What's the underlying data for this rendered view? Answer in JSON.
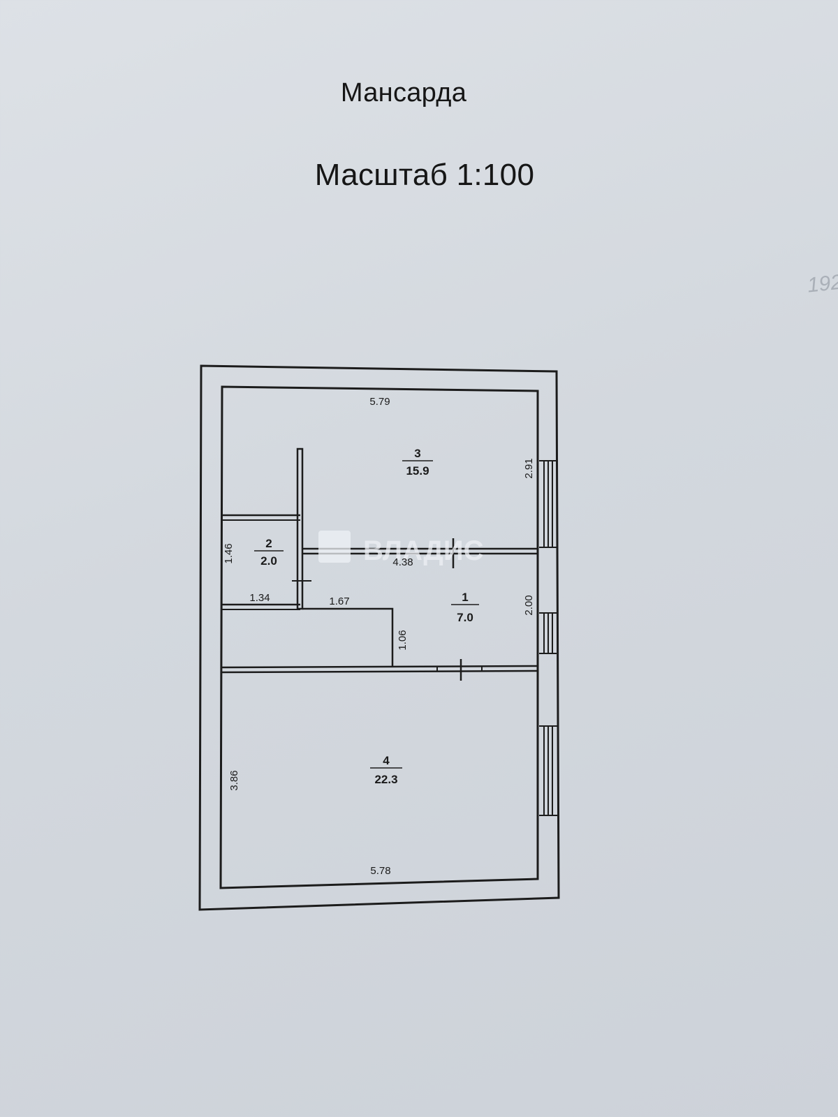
{
  "header": {
    "title": "Мансарда",
    "scale": "Масштаб 1:100"
  },
  "watermark": {
    "text": "ВЛАДИС"
  },
  "edge_text": "192",
  "rooms": [
    {
      "number": "3",
      "area": "15.9"
    },
    {
      "number": "2",
      "area": "2.0"
    },
    {
      "number": "1",
      "area": "7.0"
    },
    {
      "number": "4",
      "area": "22.3"
    }
  ],
  "dimensions": {
    "top_width": "5.79",
    "room3_height": "2.91",
    "room2_height": "1.46",
    "partition_length": "4.38",
    "room2_width": "1.34",
    "corridor_width": "1.67",
    "room1_height": "2.00",
    "stair_depth": "1.06",
    "room4_height": "3.86",
    "bottom_width": "5.78"
  },
  "colors": {
    "line": "#1c1c1c",
    "paper": "#d8dce2",
    "watermark": "#eef1f5"
  }
}
